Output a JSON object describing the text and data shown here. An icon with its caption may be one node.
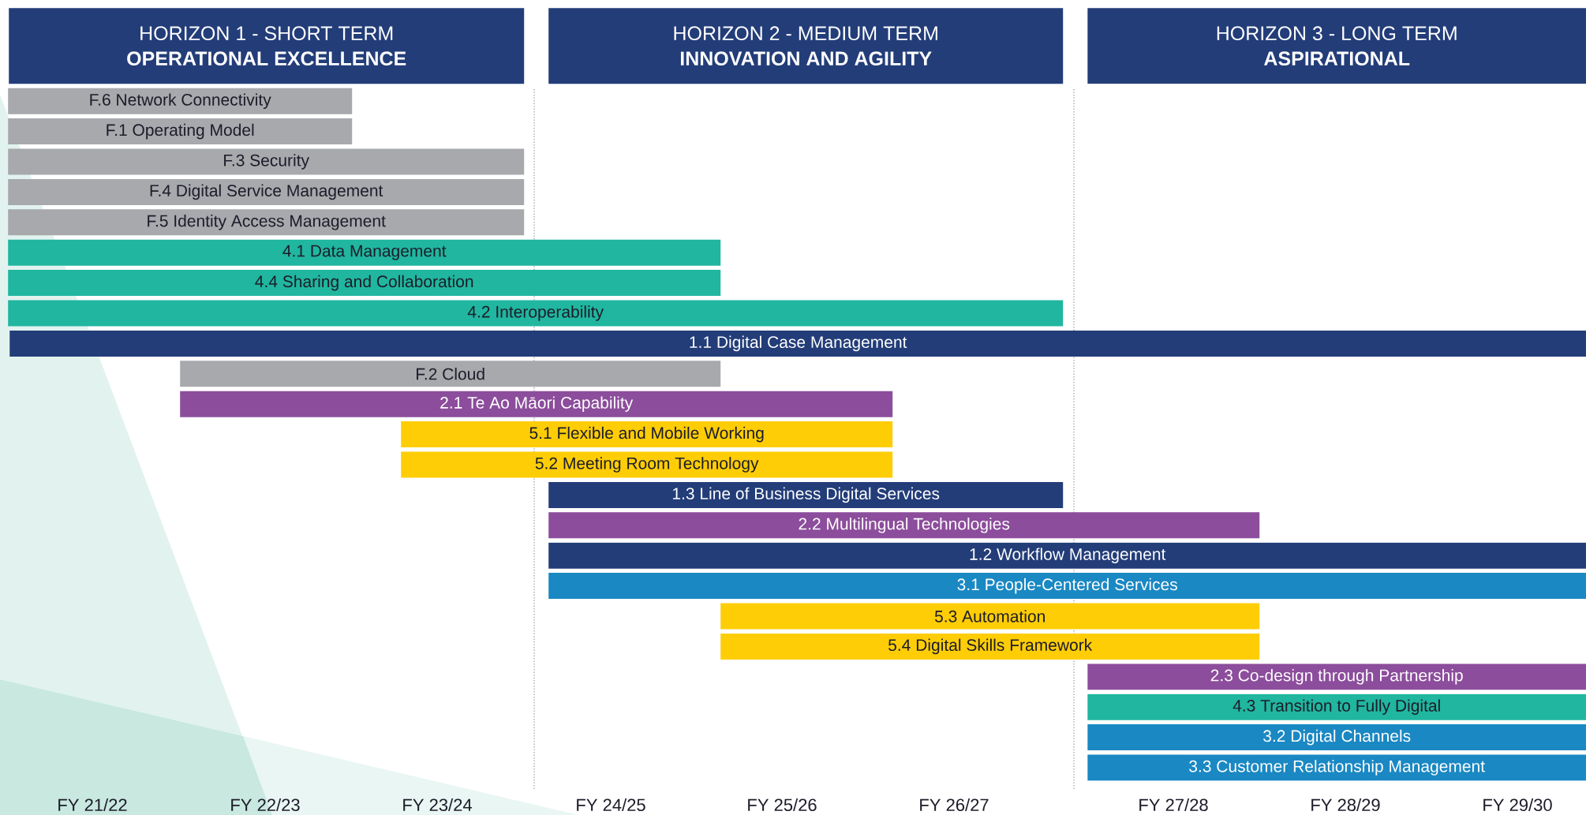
{
  "diagram": {
    "nodes": [
      {
        "text": [
          "HORIZON 1 - SHORT TERM",
          "OPERATIONAL EXCELLENCE"
        ]
      },
      {
        "text": [
          "HORIZON 2 - MEDIUM TERM",
          "INNOVATION AND AGILITY"
        ]
      },
      {
        "text": [
          "HORIZON 3 - LONG TERM",
          "ASPIRATIONAL"
        ]
      },
      {
        "text": [
          "F.6 Network Connectivity"
        ]
      },
      {
        "text": [
          "F.1 Operating Model"
        ]
      },
      {
        "text": [
          "F.3 Security"
        ]
      },
      {
        "text": [
          "F.4 Digital Service Management"
        ]
      },
      {
        "text": [
          "F.5 Identity Access Management"
        ]
      },
      {
        "text": [
          "4.1 Data Management"
        ]
      },
      {
        "text": [
          "4.4 Sharing and Collaboration"
        ]
      },
      {
        "text": [
          "4.2 Interoperability"
        ]
      },
      {
        "text": [
          "1.1 Digital Case Management"
        ]
      },
      {
        "text": [
          "F.2 Cloud"
        ]
      },
      {
        "text": [
          "2.1 Te Ao Māori Capability"
        ]
      },
      {
        "text": [
          "5.1 Flexible and Mobile Working"
        ]
      },
      {
        "text": [
          "5.2 Meeting Room Technology"
        ]
      },
      {
        "text": [
          "1.3 Line of Business Digital Services"
        ]
      },
      {
        "text": [
          "2.2 Multilingual Technologies"
        ]
      },
      {
        "text": [
          "1.2 Workflow Management"
        ]
      },
      {
        "text": [
          "3.1 People-Centered Services"
        ]
      },
      {
        "text": [
          "5.3 Automation"
        ]
      },
      {
        "text": [
          "5.4 Digital Skills Framework"
        ]
      },
      {
        "text": [
          "2.3 Co-design through Partnership"
        ]
      },
      {
        "text": [
          "4.3 Transition to Fully Digital"
        ]
      },
      {
        "text": [
          "3.2 Digital Channels"
        ]
      },
      {
        "text": [
          "3.3 Customer Relationship Management"
        ]
      }
    ],
    "labels": [
      "FY 21/22",
      "FY 22/23",
      "FY 23/24",
      "FY 24/25",
      "FY 25/26",
      "FY 26/27",
      "FY 27/28",
      "FY 28/29",
      "FY 29/30"
    ]
  }
}
